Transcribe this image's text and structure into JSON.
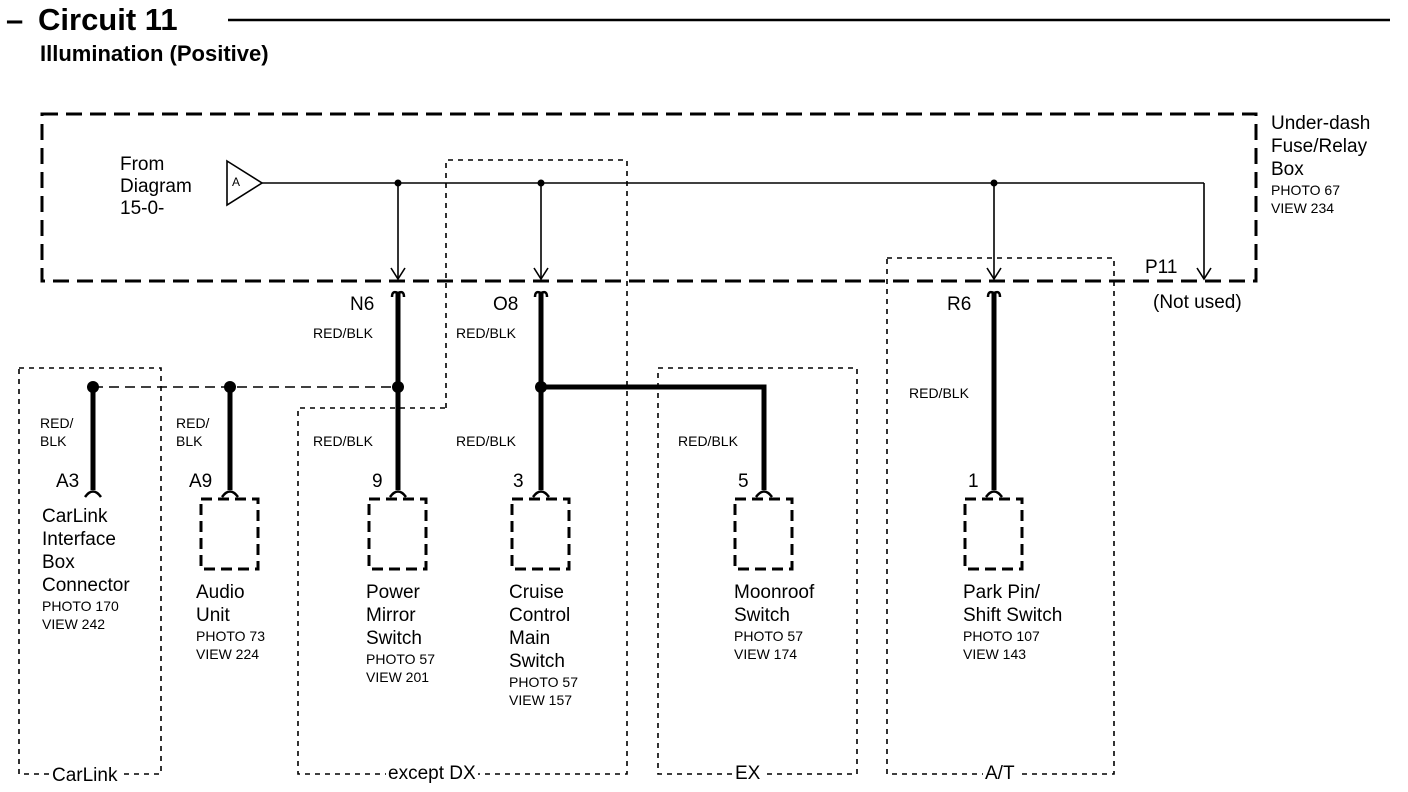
{
  "header": {
    "dash": "–",
    "title": "Circuit 11",
    "subtitle": "Illumination (Positive)"
  },
  "source": {
    "from_lines": [
      "From",
      "Diagram",
      "15-0-"
    ],
    "marker": "A"
  },
  "fuse_box": {
    "name_lines": [
      "Under-dash",
      "Fuse/Relay",
      "Box"
    ],
    "photo": "PHOTO 67",
    "view": "VIEW 234",
    "unused_terminal": "P11",
    "unused_note": "(Not used)"
  },
  "terminals": {
    "n6": "N6",
    "o8": "O8",
    "r6": "R6"
  },
  "wire_color": "RED/BLK",
  "wire_color_split": [
    "RED/",
    "BLK"
  ],
  "components": [
    {
      "pin": "A3",
      "name": [
        "CarLink",
        "Interface",
        "Box",
        "Connector"
      ],
      "photo": "PHOTO 170",
      "view": "VIEW 242"
    },
    {
      "pin": "A9",
      "name": [
        "Audio",
        "Unit"
      ],
      "photo": "PHOTO 73",
      "view": "VIEW 224"
    },
    {
      "pin": "9",
      "name": [
        "Power",
        "Mirror",
        "Switch"
      ],
      "photo": "PHOTO 57",
      "view": "VIEW 201"
    },
    {
      "pin": "3",
      "name": [
        "Cruise",
        "Control",
        "Main",
        "Switch"
      ],
      "photo": "PHOTO 57",
      "view": "VIEW 157"
    },
    {
      "pin": "5",
      "name": [
        "Moonroof",
        "Switch"
      ],
      "photo": "PHOTO 57",
      "view": "VIEW 174"
    },
    {
      "pin": "1",
      "name": [
        "Park Pin/",
        "Shift Switch"
      ],
      "photo": "PHOTO 107",
      "view": "VIEW 143"
    }
  ],
  "zones": {
    "carlink": "CarLink",
    "except_dx": "except DX",
    "ex": "EX",
    "at": "A/T"
  }
}
